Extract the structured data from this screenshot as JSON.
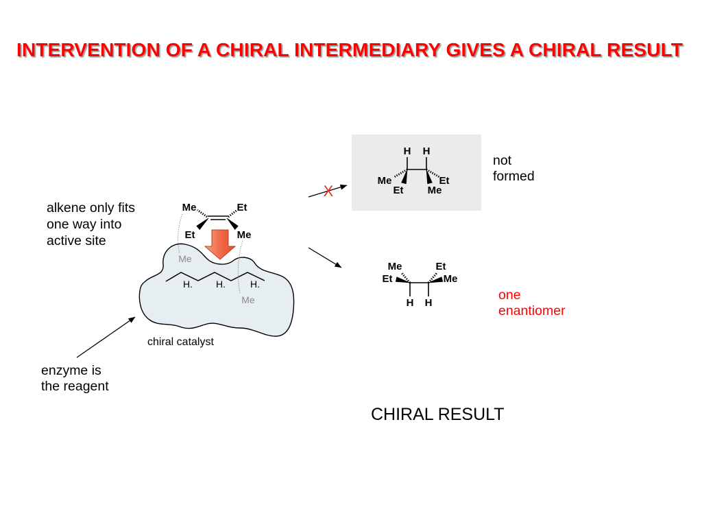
{
  "slide": {
    "title": "INTERVENTION OF A CHIRAL INTERMEDIARY GIVES A CHIRAL RESULT",
    "conclusion": "CHIRAL RESULT"
  },
  "colors": {
    "title_red": "#ff0000",
    "note_red": "#ff0000",
    "blocked_mark": "#e8321e",
    "arrow_fill": "#f26b4a",
    "active_site_fill": "#e6eef2",
    "rejected_box_fill": "#ebebeb",
    "faded_label": "#8a8a8a"
  },
  "annotations": {
    "fit_note": [
      "alkene only fits",
      "one way into",
      "active site"
    ],
    "reagent_note": [
      "enzyme is",
      "the reagent"
    ],
    "catalyst_label": "chiral catalyst",
    "rejected_note": [
      "not",
      "formed"
    ],
    "product_note": [
      "one",
      "enantiomer"
    ]
  },
  "alkene": {
    "top_left": "Me",
    "top_right": "Et",
    "bottom_left": "Et",
    "bottom_right": "Me"
  },
  "active_site": {
    "upper_group": "Me",
    "lower_group": "Me",
    "h_labels": [
      "H.",
      "H.",
      "H."
    ]
  },
  "rejected_pathway": {
    "blocked_mark": "X",
    "product": {
      "h_left": "H",
      "h_right": "H",
      "left_hashed": "Me",
      "left_wedge": "Et",
      "right_wedge": "Me",
      "right_hashed": "Et"
    }
  },
  "formed_pathway": {
    "product": {
      "left_hashed": "Me",
      "right_hashed": "Et",
      "left_wedge": "Et",
      "right_wedge": "Me",
      "h_left": "H",
      "h_right": "H"
    }
  }
}
